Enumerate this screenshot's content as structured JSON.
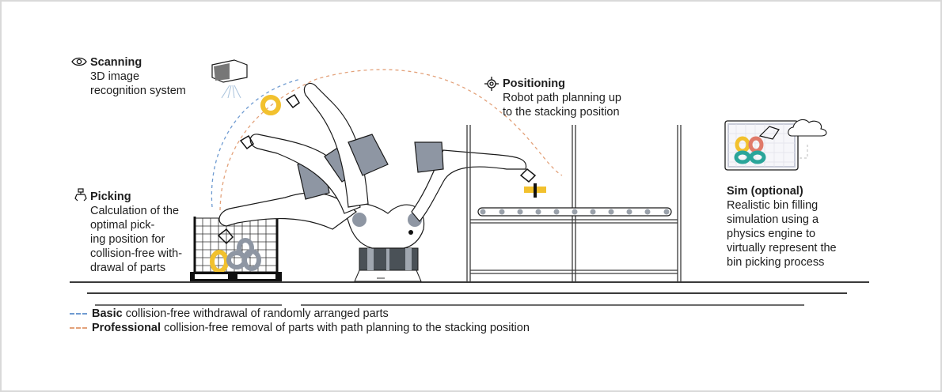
{
  "colors": {
    "basic_path": "#6f9bd1",
    "professional_path": "#e3a27b",
    "part_yellow": "#f2c12e",
    "robot_gray": "#8e96a3",
    "base_dark": "#4a5157",
    "outline": "#1a1a1a",
    "frame_border": "#d9d9d9"
  },
  "scanning": {
    "icon": "eye-icon",
    "title": "Scanning",
    "lines": [
      "3D image",
      "recognition system"
    ]
  },
  "positioning": {
    "icon": "target-crosshair-icon",
    "title": "Positioning",
    "lines": [
      "Robot path planning up",
      "to the stacking position"
    ]
  },
  "picking": {
    "icon": "gripper-icon",
    "title": "Picking",
    "lines": [
      "Calculation of the",
      "optimal pick-",
      "ing position for",
      "collision-free with-",
      "drawal of parts"
    ]
  },
  "sim": {
    "icon": "simulation-screen-icon",
    "title": "Sim (optional)",
    "lines": [
      "Realistic bin filling",
      "simulation using a",
      "physics engine to",
      "virtually represent the",
      "bin picking process"
    ]
  },
  "legend": [
    {
      "key": "Basic",
      "text": "collision-free withdrawal of randomly arranged parts",
      "style": "basic_path"
    },
    {
      "key": "Professional",
      "text": "collision-free removal of parts with path planning to the stacking position",
      "style": "professional_path"
    }
  ]
}
